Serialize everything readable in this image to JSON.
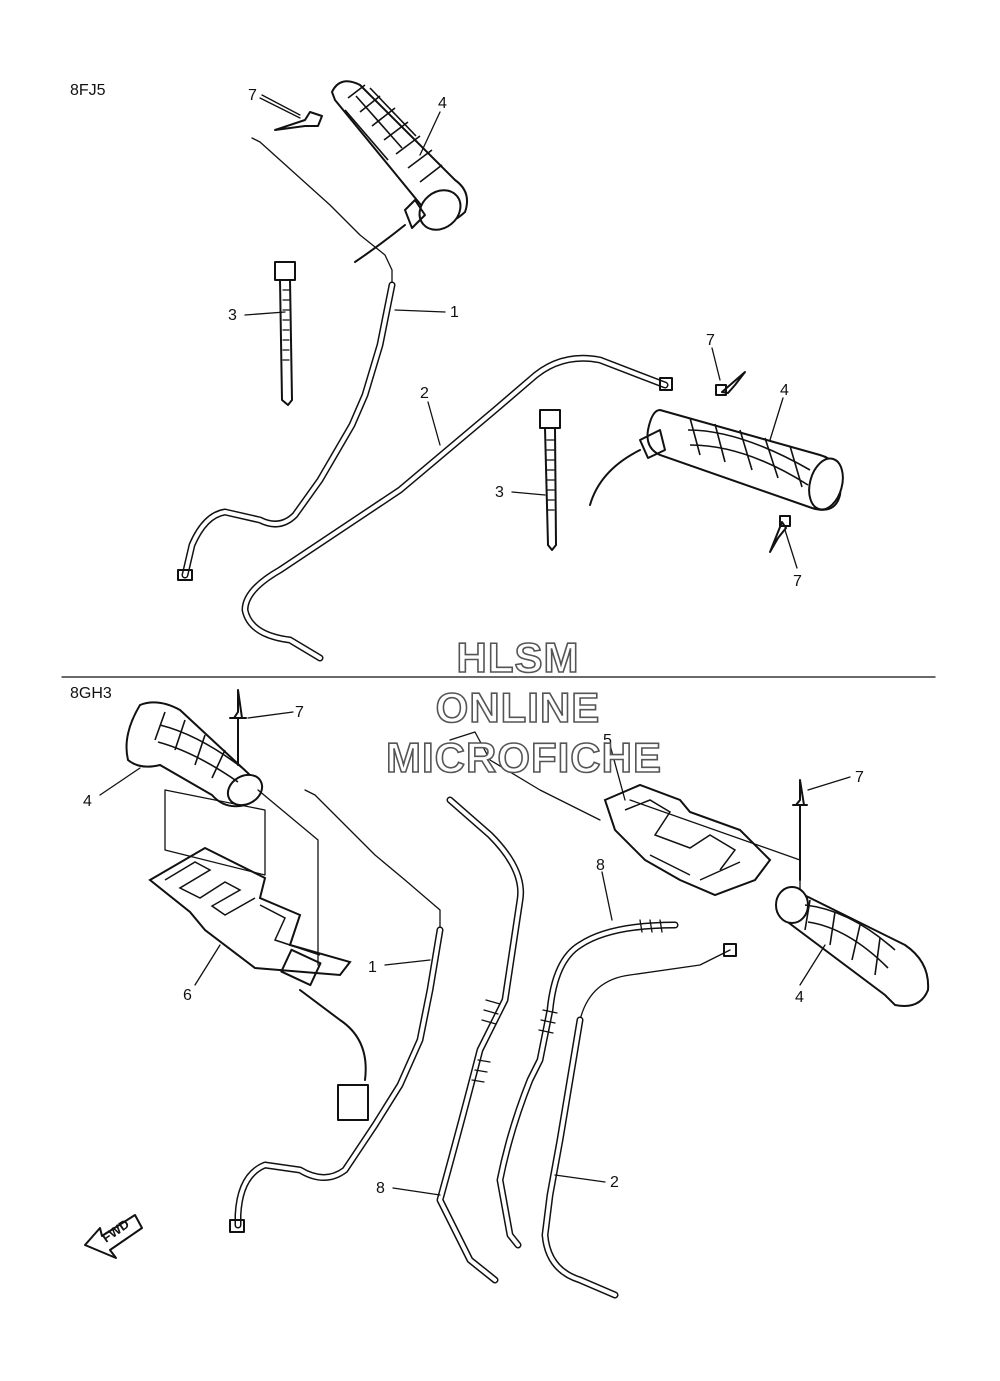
{
  "sections": [
    {
      "code": "8FJ5"
    },
    {
      "code": "8GH3"
    }
  ],
  "watermark": [
    "HLSM",
    "ONLINE",
    "MICROFICHE"
  ],
  "fwd_label": "FWD",
  "callouts": {
    "top_7_a": "7",
    "top_4_a": "4",
    "top_3_a": "3",
    "top_1": "1",
    "top_2": "2",
    "top_7_b": "7",
    "top_4_b": "4",
    "top_3_b": "3",
    "top_7_c": "7",
    "bot_7_a": "7",
    "bot_4_a": "4",
    "bot_5": "5",
    "bot_7_b": "7",
    "bot_8_a": "8",
    "bot_6": "6",
    "bot_1": "1",
    "bot_4_b": "4",
    "bot_8_b": "8",
    "bot_2": "2"
  }
}
